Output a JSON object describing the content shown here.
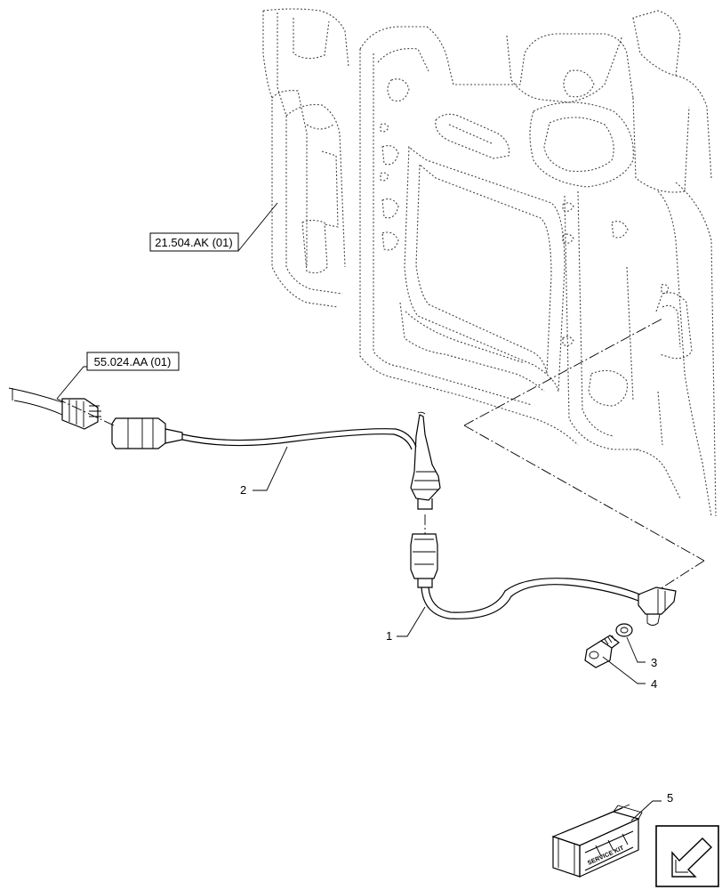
{
  "references": {
    "ref_frame": "21.504.AK (01)",
    "ref_harness": "55.024.AA (01)"
  },
  "callouts": [
    "1",
    "2",
    "3",
    "4",
    "5"
  ],
  "kit_text": "SERVICE KIT",
  "icons": {
    "frame": "transmission-frame-outline",
    "harness": "wire-harness",
    "sensor": "speed-sensor",
    "washer": "washer",
    "bolt": "bolt",
    "kit": "service-kit-box",
    "nav": "arrow-down-left-icon"
  }
}
